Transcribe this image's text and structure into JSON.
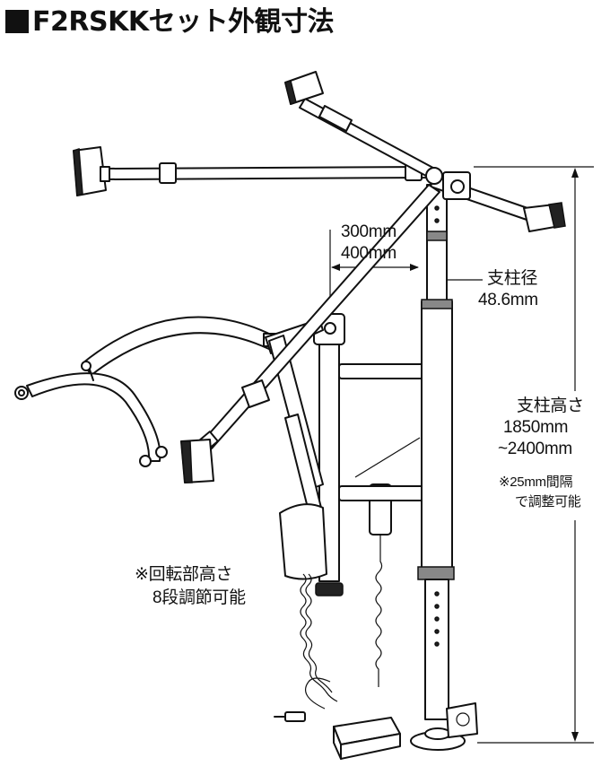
{
  "title": "F2RSKKセット外観寸法",
  "labels": {
    "offset_1": "300mm",
    "offset_2": "400mm",
    "pole_diameter_label": "支柱径",
    "pole_diameter_value": "48.6mm",
    "pole_height_label": "支柱高さ",
    "pole_height_min": "1850mm",
    "pole_height_max": "~2400mm",
    "pitch_note_1": "※25mm間隔",
    "pitch_note_2": "で調整可能",
    "rotation_note_1": "※回転部高さ",
    "rotation_note_2": "8段調節可能"
  },
  "icons": [
    "title-square-icon"
  ]
}
